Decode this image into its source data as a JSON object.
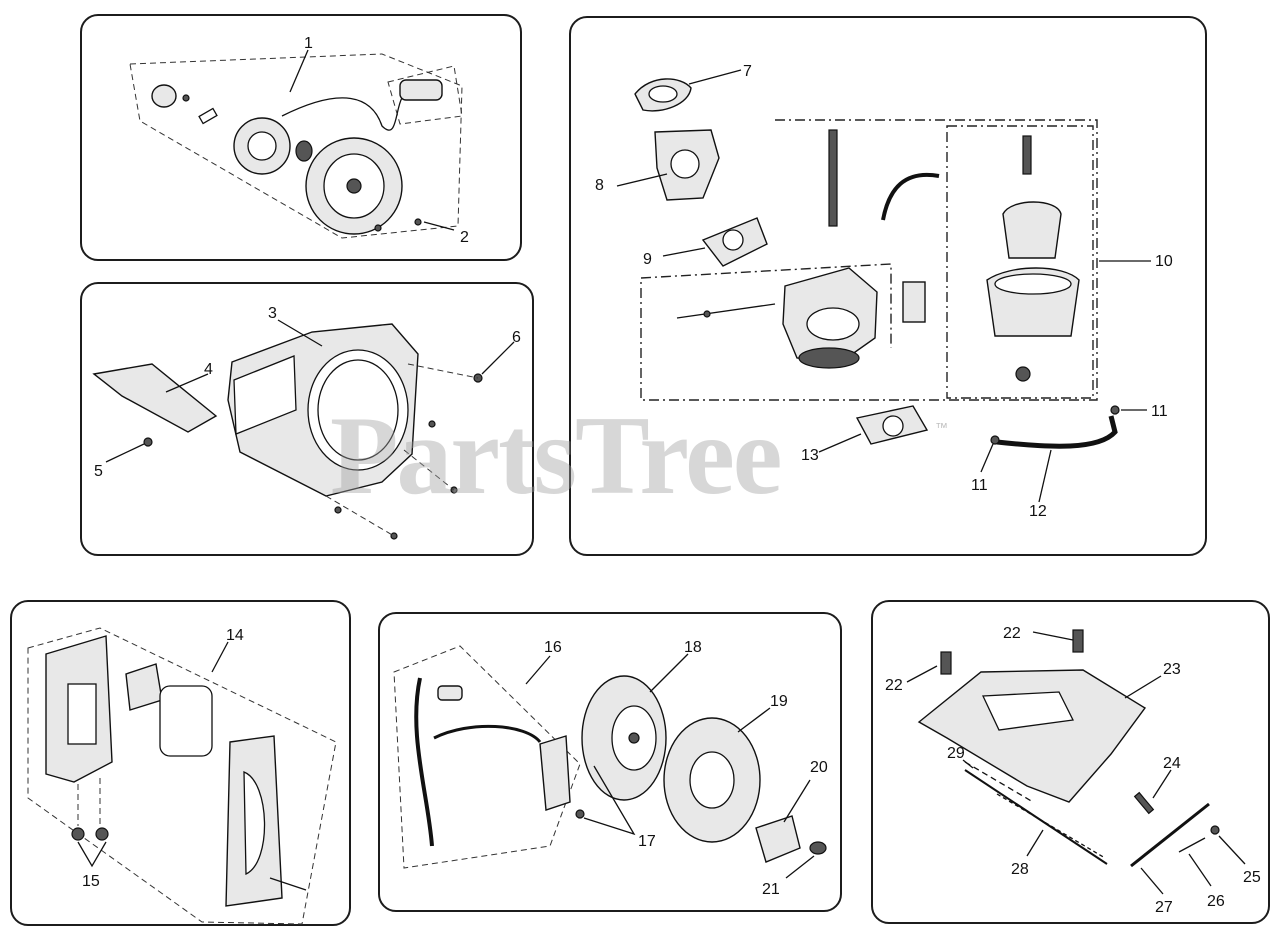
{
  "watermark": "PartsTree",
  "watermark_mark": "™",
  "panels": {
    "recoil_starter": {
      "labels": [
        "1",
        "2"
      ]
    },
    "blower_housing": {
      "labels": [
        "3",
        "4",
        "5",
        "6"
      ]
    },
    "carburetor": {
      "labels": [
        "7",
        "8",
        "9",
        "10",
        "11",
        "11",
        "12",
        "13"
      ]
    },
    "air_cleaner": {
      "labels": [
        "14",
        "15"
      ]
    },
    "ignition": {
      "labels": [
        "16",
        "17",
        "18",
        "19",
        "20",
        "21"
      ]
    },
    "governor": {
      "labels": [
        "22",
        "22",
        "23",
        "24",
        "25",
        "26",
        "27",
        "28",
        "29"
      ]
    }
  }
}
